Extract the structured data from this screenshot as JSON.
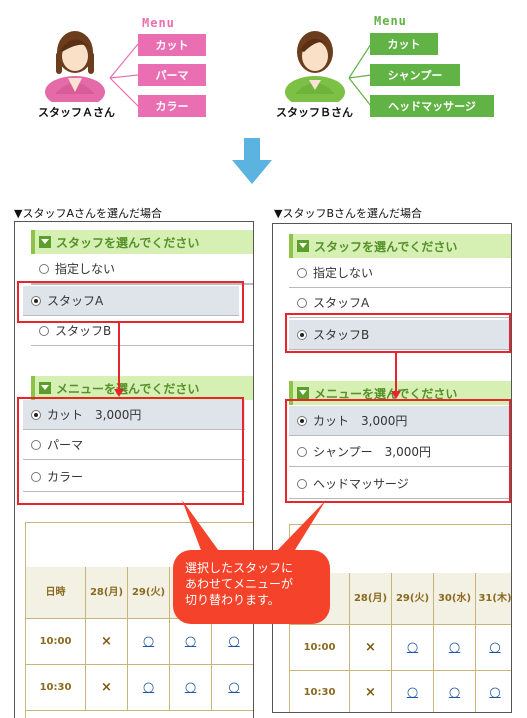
{
  "menu_label": "Menu",
  "staff_a": {
    "name": "スタッフＡさん",
    "menus": [
      "カット",
      "パーマ",
      "カラー"
    ]
  },
  "staff_b": {
    "name": "スタッフＢさん",
    "menus": [
      "カット",
      "シャンプー",
      "ヘッドマッサージ"
    ]
  },
  "colors": {
    "pink": "#e96fb2",
    "green": "#62b346",
    "red": "#e8242f",
    "arrow": "#5bb4e0",
    "section_bg": "#d6efb3"
  },
  "panel_a": {
    "caption": "▼スタッフAさんを選んだ場合",
    "staff_section": "スタッフを選んでください",
    "staff_options": [
      "指定しない",
      "スタッフA",
      "スタッフB"
    ],
    "menu_section": "メニューを選んでください",
    "menu_options": [
      "カット　3,000円",
      "パーマ",
      "カラー"
    ]
  },
  "panel_b": {
    "caption": "▼スタッフBさんを選んだ場合",
    "staff_section": "スタッフを選んでください",
    "staff_options": [
      "指定しない",
      "スタッフA",
      "スタッフB"
    ],
    "menu_section": "メニューを選んでください",
    "menu_options": [
      "カット　3,000円",
      "シャンプー　3,000円",
      "ヘッドマッサージ"
    ]
  },
  "calendar": {
    "time_header": "日時",
    "days": [
      {
        "num": "28",
        "wd": "(月)"
      },
      {
        "num": "29",
        "wd": "(火)"
      },
      {
        "num": "30",
        "wd": "(水)"
      },
      {
        "num": "31",
        "wd": "(木)"
      }
    ],
    "rows": [
      {
        "time": "10:00",
        "slots": [
          "×",
          "○",
          "○",
          "○"
        ]
      },
      {
        "time": "10:30",
        "slots": [
          "×",
          "○",
          "○",
          "○"
        ]
      }
    ]
  },
  "callout": {
    "line1": "選択したスタッフに",
    "line2": "あわせてメニューが",
    "line3": "切り替わります。"
  }
}
